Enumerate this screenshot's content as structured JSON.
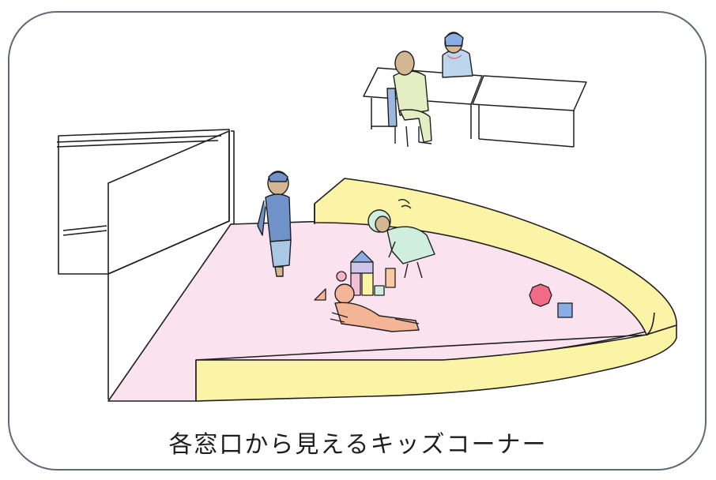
{
  "caption": "各窓口から見えるキッズコーナー",
  "colors": {
    "frame": "#5f6a78",
    "mat": "#fae3ef",
    "bench": "#fbf3a6",
    "line": "#1f1f1f",
    "child_shirt_blue": "#6f93c9",
    "child_pants": "#a9c8e6",
    "skin": "#d3b692",
    "girl_dress": "#cfeede",
    "baby_outfit": "#f4b596",
    "adult_shirt": "#e5eec3",
    "staff_shirt": "#bcd6ee",
    "chair": "#9cb8de",
    "ball": "#f06b86",
    "cube": "#8aaee4"
  },
  "icons": [
    "waiting-desk",
    "seated-adult",
    "staff-member",
    "standing-boy",
    "crouching-girl",
    "crawling-baby",
    "toy-blocks",
    "toy-ball",
    "toy-cube"
  ]
}
